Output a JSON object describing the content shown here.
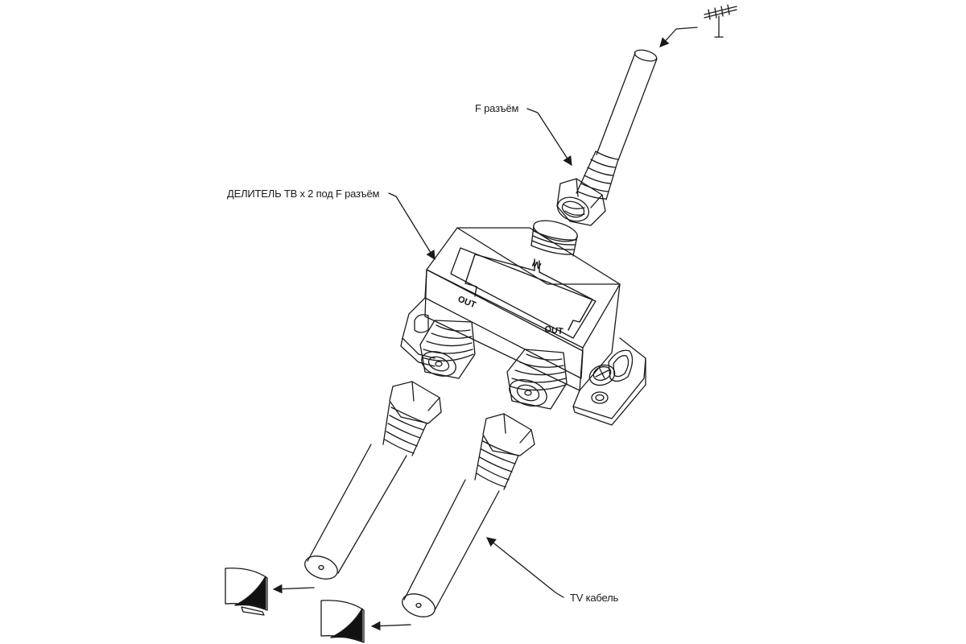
{
  "labels": {
    "f_connector": "F разъём",
    "splitter": "ДЕЛИТЕЛЬ ТВ х 2 под F разъём",
    "tv_cable": "TV кабель"
  },
  "splitter_marks": {
    "in": "IN",
    "out_left": "OUT",
    "out_right": "OUT"
  },
  "colors": {
    "line": "#1a1a1a",
    "background": "#ffffff",
    "screen_fill": "#111111"
  },
  "icons": [
    "antenna-icon",
    "tv-icon",
    "tv-icon",
    "screw-icon"
  ]
}
